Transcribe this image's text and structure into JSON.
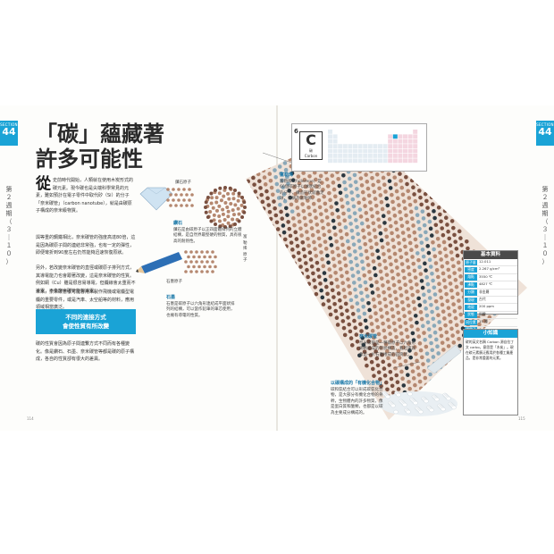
{
  "colors": {
    "accent": "#1aa3d6",
    "carbon": "#b58870",
    "carbon_dark": "#7a5040",
    "metal": "#8aa8b8",
    "dark_atom": "#2c3840"
  },
  "left_tab": {
    "section": "SECTION",
    "number": "44"
  },
  "right_tab": {
    "section": "SECTION",
    "number": "44"
  },
  "vertical_label_left": [
    "第",
    "２",
    "週",
    "期",
    "（",
    "３",
    "｜",
    "１",
    "０",
    "）"
  ],
  "vertical_label_right": [
    "第",
    "２",
    "週",
    "期",
    "（",
    "３",
    "｜",
    "１",
    "０",
    "）"
  ],
  "title_lines": [
    "「碳」蘊藏著",
    "許多可能性"
  ],
  "intro": {
    "dropcap": "從",
    "text": "史前時代開始，人類就在使用木炭形式的碳元素。現今碳也是尖端科學常見的元素，難如預計在電子零件中取代矽（Si）的分子「奈米碳管」（carbon nanotube），就是由碳原子構成的奈米級物質。"
  },
  "para2": "與等重的鋼鐵相比，奈米碳管的強度高達80倍，這是因為碳原子間的連結非常強，也有一定的彈性，即便彎折到90度左右仍然能夠迅速恢復原狀。",
  "para3": "另外，若改變奈米碳管的直徑或碳原子排列方式，其導電能力也會跟著改變，這是奈米碳管的性質。例如銅（Cu）雖是很容易導電，但纜線會太重而不導電，不像奈米碳管能夠導電。",
  "para4": "未來，奈米碳管很可能會用來製作飛機或電纜型電纜的重要零件，或是汽車、太空船等的材料，應用領域相當廣泛。",
  "blue_box": [
    "不同的連接方式",
    "會使性質有所改變"
  ],
  "bottom_para": "碳的性質會因為原子間連繫方式不同而有各種變化。像是鑽石、石墨、奈米碳管等都是碳的原子構成，各自的性質卻有很大的差異。",
  "labels": {
    "diamond_small": "鑽石原子",
    "graphite_small": "石墨原子",
    "fullerene_small": "富勒烯原子"
  },
  "captions": {
    "diamond": {
      "head": "鑽石",
      "text": "鑽石是由碳原子以正四面體排列的立體結構，是自然界最堅硬的物質，具有很高的耐熱性。"
    },
    "graphite": {
      "head": "石墨",
      "text": "石墨是碳原子以六角形連結成平面狀排列的結構，可以當作鉛筆的筆芯使用，也擁有導電的性質。"
    },
    "fullerene": {
      "head": "富勒烯",
      "text": "富勒烯（fullerene）是60個碳原子以球狀結合的分子，構造形狀就像足球，被稱為富勒烯。"
    },
    "nanotube": {
      "head": "奈米碳管",
      "text": "奈米碳管是一種碳原子以六角形網格組成的管狀構造，看起來就像是一片石墨捲成的圓筒狀。"
    },
    "organic": {
      "head": "以碳構成的「有機化合物」",
      "text": "碳和氫結合可以形成碳氫化合物，是大部分有機化合物的骨幹，生物體內的許多物質，像是蛋白質和醣類，也都是以碳為主要成分構成的。"
    }
  },
  "element": {
    "number": "6",
    "symbol": "C",
    "name_zh": "碳",
    "name_en": "Carbon"
  },
  "info": {
    "title": "基本資料",
    "rows": [
      {
        "k": "原子量",
        "v": "12.011"
      },
      {
        "k": "密度",
        "v": "2.267 g/cm³"
      },
      {
        "k": "熔點",
        "v": "3550 ℃"
      },
      {
        "k": "沸點",
        "v": "4827 ℃"
      },
      {
        "k": "分類",
        "v": "非金屬"
      },
      {
        "k": "發現",
        "v": "古代"
      },
      {
        "k": "地殼",
        "v": "200 ppm"
      },
      {
        "k": "狀態",
        "v": "固體"
      },
      {
        "k": "同位素",
        "v": "15 種"
      },
      {
        "k": "價電子",
        "v": "4"
      }
    ]
  },
  "knowledge": {
    "title": "小知識",
    "text": "碳的英文名稱 Carbon 源自拉丁文 carbo，意思是「木炭」。現在碳元素廣泛應用於各種工業產品，是非常重要的元素。"
  },
  "page_numbers": {
    "left": "114",
    "right": "115"
  }
}
